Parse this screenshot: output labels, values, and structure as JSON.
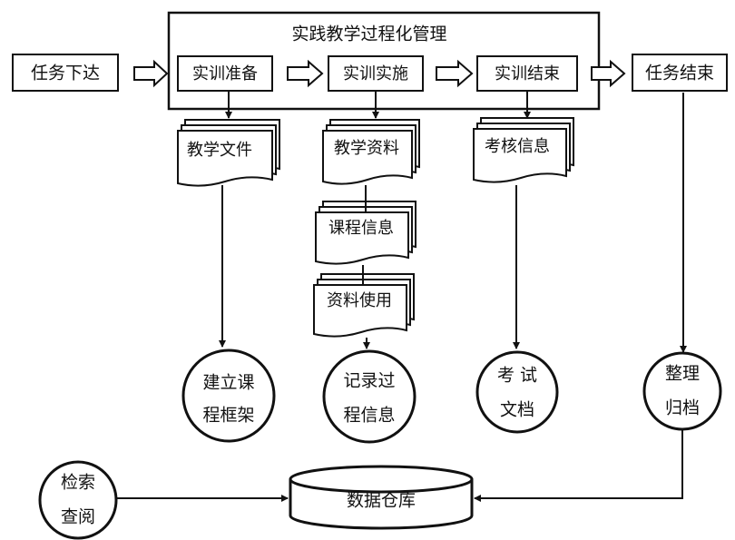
{
  "colors": {
    "stroke": "#111111",
    "background": "#ffffff"
  },
  "frame": {
    "title": "实践教学过程化管理"
  },
  "process": {
    "task_assign": "任务下达",
    "prep": "实训准备",
    "implement": "实训实施",
    "finish": "实训结束",
    "task_end": "任务结束"
  },
  "documents": {
    "teaching_files": "教学文件",
    "teaching_materials": "教学资料",
    "course_info": "课程信息",
    "material_use": "资料使用",
    "assessment_info": "考核信息"
  },
  "circles": {
    "build_framework": {
      "line1": "建立课",
      "line2": "程框架"
    },
    "record_info": {
      "line1": "记录过",
      "line2": "程信息"
    },
    "exam_docs": {
      "line1": "考 试",
      "line2": "文档"
    },
    "archive": {
      "line1": "整理",
      "line2": "归档"
    },
    "search": {
      "line1": "检索",
      "line2": "查阅"
    }
  },
  "database": {
    "label": "数据仓库"
  }
}
